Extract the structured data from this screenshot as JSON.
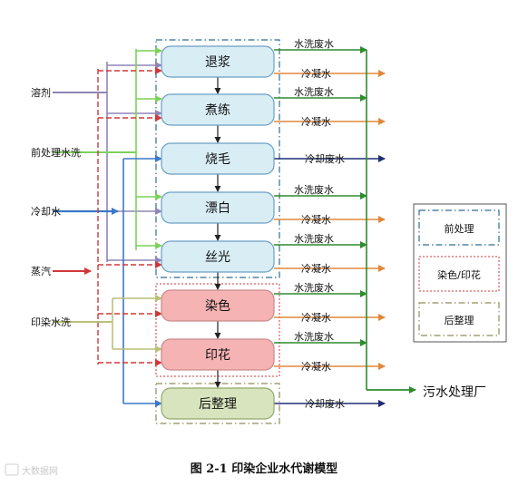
{
  "processes": [
    {
      "id": "tuijiang",
      "label": "退浆",
      "stage": "pre"
    },
    {
      "id": "zhulian",
      "label": "煮练",
      "stage": "pre"
    },
    {
      "id": "shaomao",
      "label": "烧毛",
      "stage": "pre"
    },
    {
      "id": "piaobai",
      "label": "漂白",
      "stage": "pre"
    },
    {
      "id": "siguang",
      "label": "丝光",
      "stage": "pre"
    },
    {
      "id": "ranse",
      "label": "染色",
      "stage": "dye"
    },
    {
      "id": "yinhua",
      "label": "印花",
      "stage": "dye"
    },
    {
      "id": "houzhengli",
      "label": "后整理",
      "stage": "post"
    }
  ],
  "inputs": {
    "solvent": "溶剂",
    "pre_wash": "前处理水洗",
    "cooling_water": "冷却水",
    "steam": "蒸汽",
    "dye_wash": "印染水洗"
  },
  "outputs": {
    "wash_wastewater": "水洗废水",
    "condensate": "冷凝水",
    "cooling_wastewater": "冷却废水",
    "wwtp": "污水处理厂"
  },
  "legend": {
    "pre": "前处理",
    "dye": "染色/印花",
    "post": "后整理"
  },
  "caption": "图 2-1  印染企业水代谢模型",
  "watermark": "大数据网",
  "colors": {
    "pre_fill": "#d9edf5",
    "pre_stroke": "#6a9fc4",
    "dye_fill": "#f6b3b3",
    "dye_stroke": "#c98a8a",
    "post_fill": "#d7e4bd",
    "post_stroke": "#93a86b",
    "green": "#2e8b2e",
    "orange": "#e0883a",
    "navy": "#1f2e74",
    "blue": "#3a78c8",
    "lavender": "#8f86b8",
    "redDash": "#d03838",
    "lightGreen": "#7bd25a",
    "olive": "#b9c176"
  }
}
